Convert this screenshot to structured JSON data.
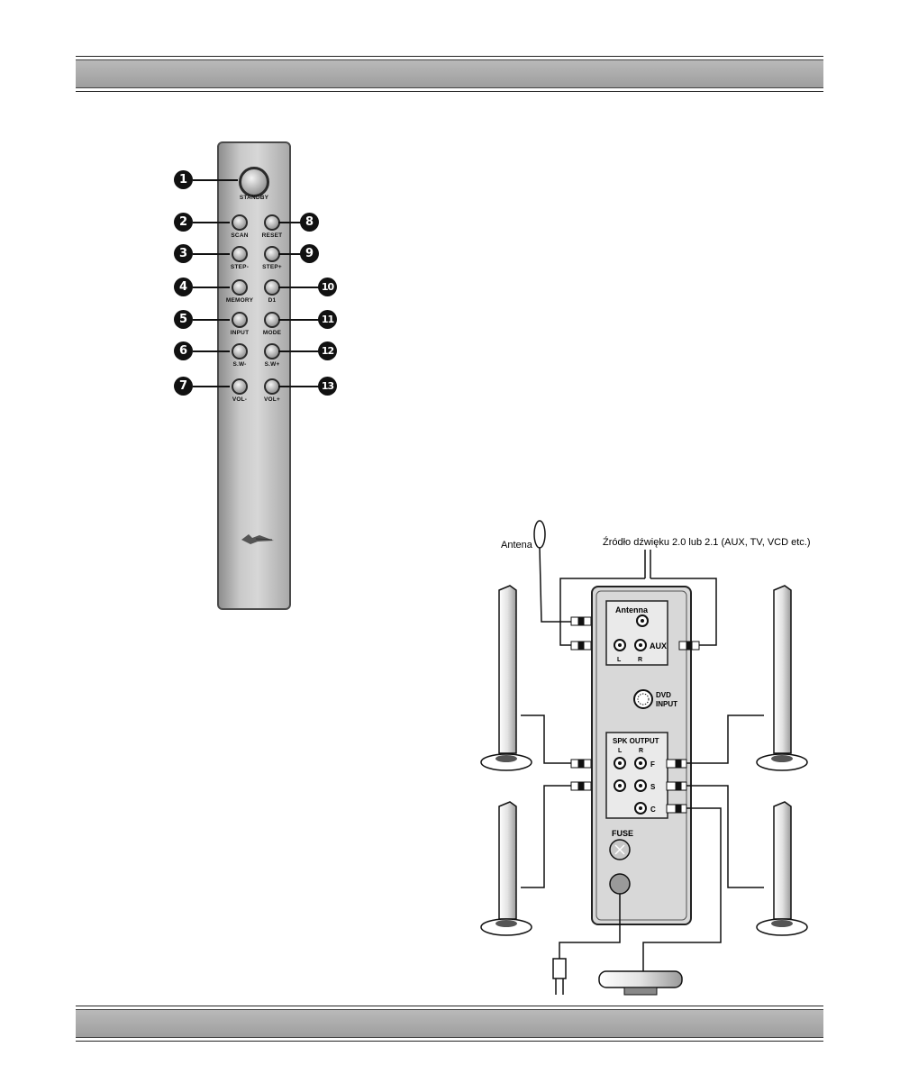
{
  "remote": {
    "standby": {
      "number": "1",
      "label": "STANDBY"
    },
    "left_buttons": [
      {
        "number": "2",
        "label": "SCAN"
      },
      {
        "number": "3",
        "label": "STEP-"
      },
      {
        "number": "4",
        "label": "MEMORY"
      },
      {
        "number": "5",
        "label": "INPUT"
      },
      {
        "number": "6",
        "label": "S.W-"
      },
      {
        "number": "7",
        "label": "VOL-"
      }
    ],
    "right_buttons": [
      {
        "number": "8",
        "label": "RESET"
      },
      {
        "number": "9",
        "label": "STEP+"
      },
      {
        "number": "10",
        "label": "D1"
      },
      {
        "number": "11",
        "label": "MODE"
      },
      {
        "number": "12",
        "label": "S.W+"
      },
      {
        "number": "13",
        "label": "VOL+"
      }
    ]
  },
  "diagram": {
    "antenna_label": "Antena",
    "source_label": "Źródło dźwięku 2.0 lub 2.1 (AUX, TV, VCD etc.)",
    "panel": {
      "antenna_title": "Antenna",
      "aux_title": "AUX",
      "aux_l": "L",
      "aux_r": "R",
      "dvd_line1": "DVD",
      "dvd_line2": "INPUT",
      "spk_title": "SPK OUTPUT",
      "spk_l": "L",
      "spk_r": "R",
      "spk_f": "F",
      "spk_s": "S",
      "spk_c": "C",
      "fuse": "FUSE"
    }
  },
  "colors": {
    "band": "#a8a8a8",
    "remote_body": "#c4c4c4",
    "panel": "#d6d6d6"
  }
}
